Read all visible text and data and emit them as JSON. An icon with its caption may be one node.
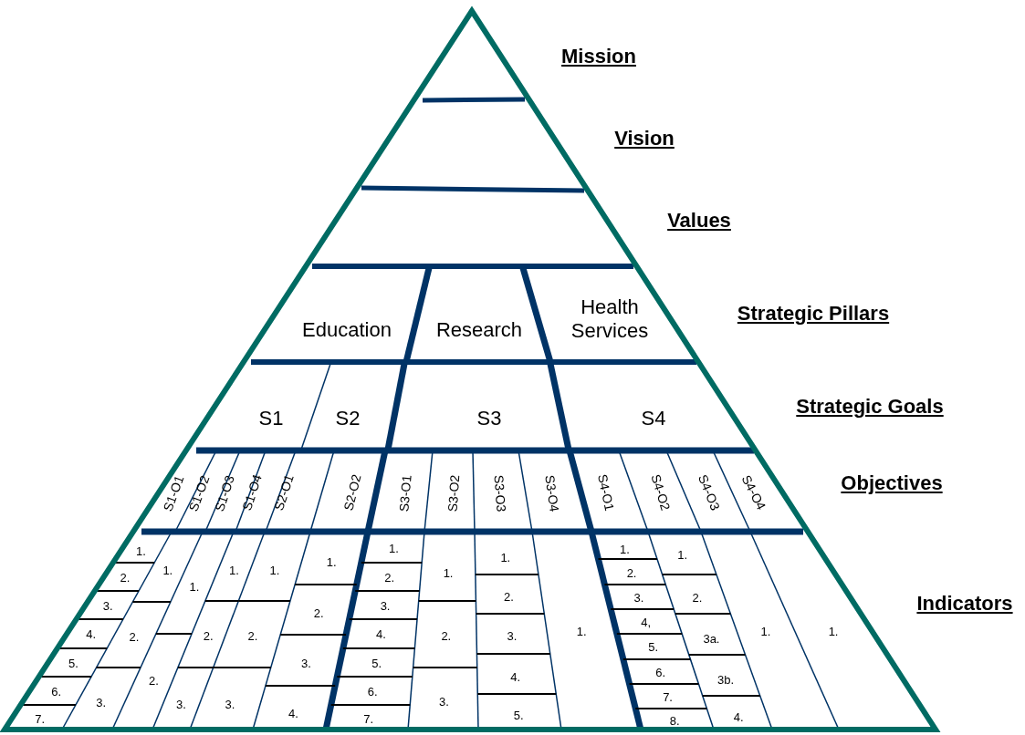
{
  "diagram": {
    "nodes": [
      {
        "text": [
          "Education"
        ]
      },
      {
        "text": [
          "Research"
        ]
      },
      {
        "text": [
          "Health Services"
        ]
      },
      {
        "text": [
          "S1"
        ]
      },
      {
        "text": [
          "S2"
        ]
      },
      {
        "text": [
          "S3"
        ]
      },
      {
        "text": [
          "S4"
        ]
      },
      {
        "text": [
          "S1-O1"
        ]
      },
      {
        "text": [
          "S1-O2"
        ]
      },
      {
        "text": [
          "S1-O3"
        ]
      },
      {
        "text": [
          "S1-O4"
        ]
      },
      {
        "text": [
          "S2-O1"
        ]
      },
      {
        "text": [
          "S2-O2"
        ]
      },
      {
        "text": [
          "S3-O1"
        ]
      },
      {
        "text": [
          "S3-O2"
        ]
      },
      {
        "text": [
          "S3-O3"
        ]
      },
      {
        "text": [
          "S3-O4"
        ]
      },
      {
        "text": [
          "S4-O1"
        ]
      },
      {
        "text": [
          "S4-O2"
        ]
      },
      {
        "text": [
          "S4-O3"
        ]
      },
      {
        "text": [
          "S4-O4"
        ]
      },
      {
        "text": [
          "1."
        ]
      },
      {
        "text": [
          "1."
        ]
      },
      {
        "text": [
          "1."
        ]
      },
      {
        "text": [
          "1."
        ]
      },
      {
        "text": [
          "1."
        ]
      },
      {
        "text": [
          "1."
        ]
      },
      {
        "text": [
          "1."
        ]
      },
      {
        "text": [
          "1."
        ]
      },
      {
        "text": [
          "1."
        ]
      },
      {
        "text": [
          "1."
        ]
      },
      {
        "text": [
          "1."
        ]
      },
      {
        "text": [
          "1."
        ]
      },
      {
        "text": [
          "1."
        ]
      },
      {
        "text": [
          "1."
        ]
      },
      {
        "text": [
          "2."
        ]
      },
      {
        "text": [
          "2."
        ]
      },
      {
        "text": [
          "2."
        ]
      },
      {
        "text": [
          "2."
        ]
      },
      {
        "text": [
          "2."
        ]
      },
      {
        "text": [
          "2."
        ]
      },
      {
        "text": [
          "2."
        ]
      },
      {
        "text": [
          "2."
        ]
      },
      {
        "text": [
          "2."
        ]
      },
      {
        "text": [
          "2."
        ]
      },
      {
        "text": [
          "2."
        ]
      },
      {
        "text": [
          "3."
        ]
      },
      {
        "text": [
          "3."
        ]
      },
      {
        "text": [
          "3."
        ]
      },
      {
        "text": [
          "3."
        ]
      },
      {
        "text": [
          "3."
        ]
      },
      {
        "text": [
          "3."
        ]
      },
      {
        "text": [
          "3."
        ]
      },
      {
        "text": [
          "3."
        ]
      },
      {
        "text": [
          "3."
        ]
      },
      {
        "text": [
          "3a."
        ]
      },
      {
        "text": [
          "4."
        ]
      },
      {
        "text": [
          "4."
        ]
      },
      {
        "text": [
          "4."
        ]
      },
      {
        "text": [
          "4."
        ]
      },
      {
        "text": [
          "4,"
        ]
      },
      {
        "text": [
          "3b."
        ]
      },
      {
        "text": [
          "5."
        ]
      },
      {
        "text": [
          "5."
        ]
      },
      {
        "text": [
          "5."
        ]
      },
      {
        "text": [
          "5."
        ]
      },
      {
        "text": [
          "4."
        ]
      },
      {
        "text": [
          "6."
        ]
      },
      {
        "text": [
          "6."
        ]
      },
      {
        "text": [
          "6."
        ]
      },
      {
        "text": [
          "7."
        ]
      },
      {
        "text": [
          "7."
        ]
      },
      {
        "text": [
          "7."
        ]
      },
      {
        "text": [
          "8."
        ]
      }
    ],
    "labels": [
      "Mission",
      "Vision",
      "Values",
      "Strategic Pillars",
      "Strategic Goals",
      "Objectives",
      "Indicators"
    ]
  }
}
